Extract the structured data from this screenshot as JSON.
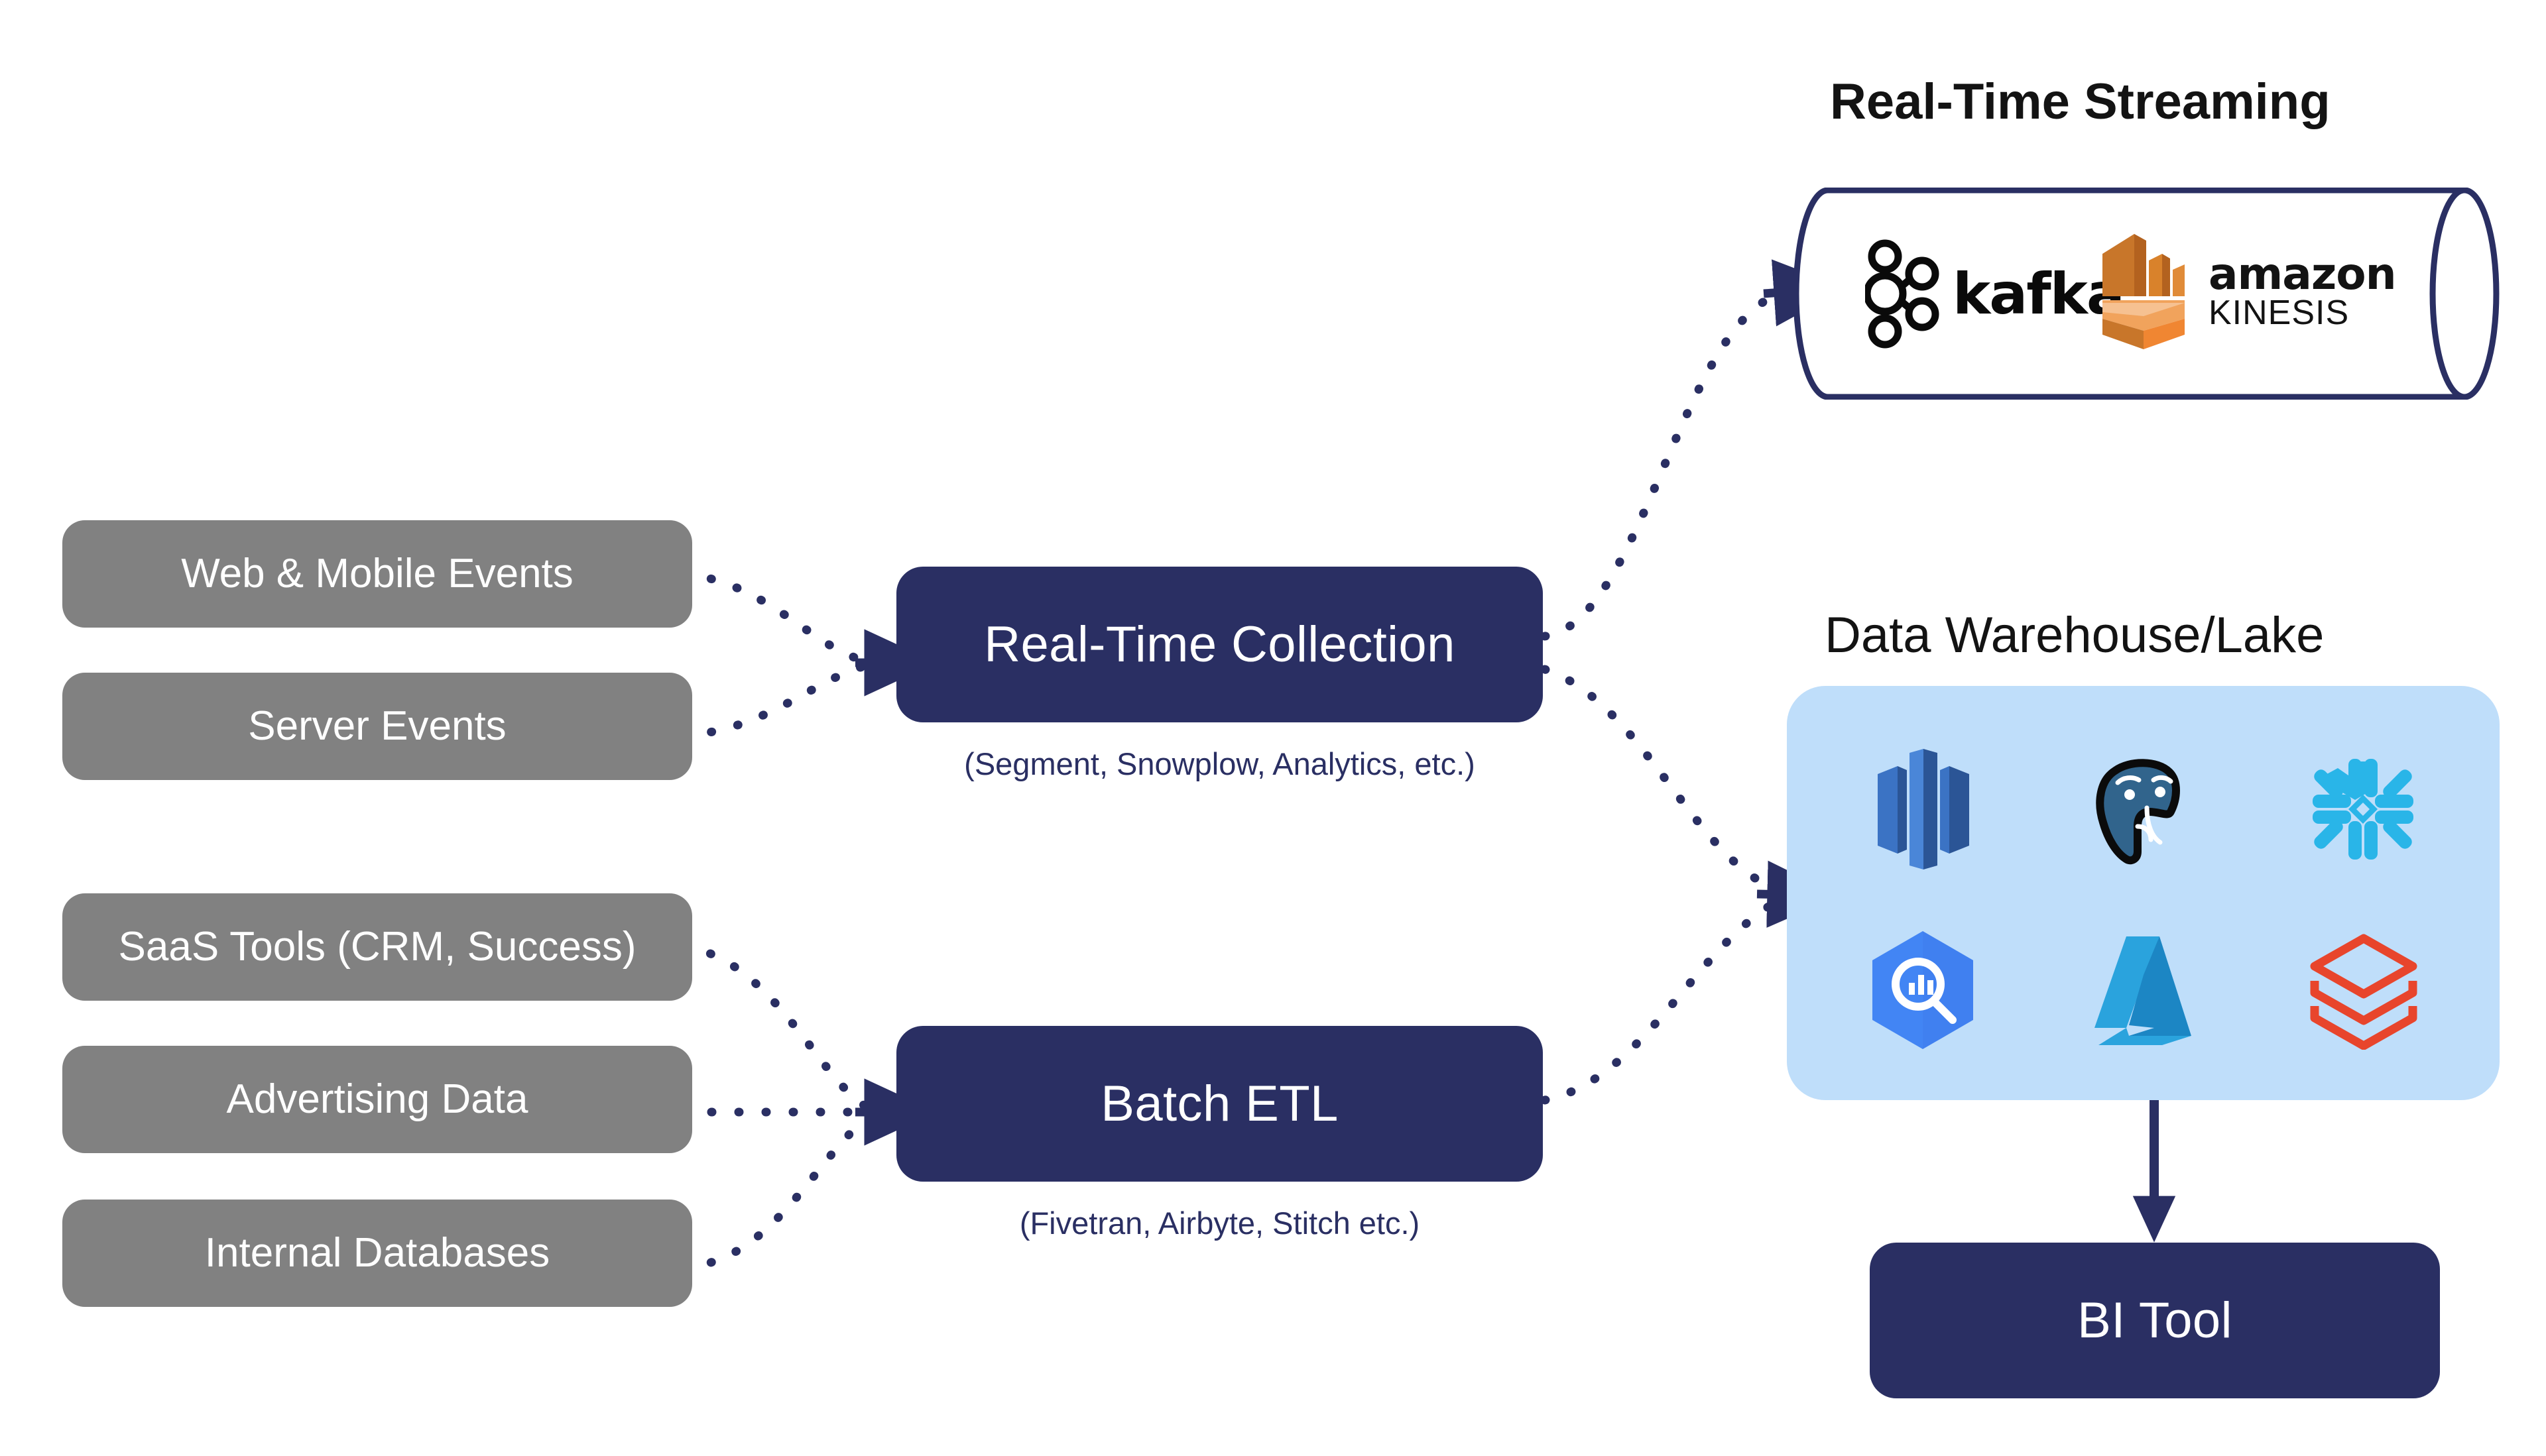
{
  "diagram": {
    "title_streaming": "Real-Time Streaming",
    "title_warehouse": "Data Warehouse/Lake"
  },
  "sources": [
    {
      "label": "Web & Mobile Events",
      "name": "source-web-mobile-events"
    },
    {
      "label": "Server Events",
      "name": "source-server-events"
    },
    {
      "label": "SaaS Tools (CRM, Success)",
      "name": "source-saas-tools"
    },
    {
      "label": "Advertising Data",
      "name": "source-advertising-data"
    },
    {
      "label": "Internal Databases",
      "name": "source-internal-databases"
    }
  ],
  "processors": [
    {
      "label": "Real-Time Collection",
      "caption": "(Segment, Snowplow, Analytics, etc.)"
    },
    {
      "label": "Batch ETL",
      "caption": "(Fivetran, Airbyte, Stitch etc.)"
    }
  ],
  "streaming": {
    "title": "Real-Time Streaming",
    "logos": [
      {
        "name": "kafka-logo",
        "wordmark": "kafka"
      },
      {
        "name": "amazon-kinesis-logo",
        "brand": "amazon",
        "product": "KINESIS"
      }
    ]
  },
  "warehouse": {
    "title": "Data Warehouse/Lake",
    "logos": [
      {
        "name": "amazon-redshift-logo",
        "label": "Amazon Redshift"
      },
      {
        "name": "postgresql-logo",
        "label": "PostgreSQL"
      },
      {
        "name": "snowflake-logo",
        "label": "Snowflake"
      },
      {
        "name": "google-bigquery-logo",
        "label": "Google BigQuery"
      },
      {
        "name": "microsoft-azure-logo",
        "label": "Microsoft Azure"
      },
      {
        "name": "databricks-logo",
        "label": "Databricks"
      }
    ]
  },
  "output": {
    "label": "BI Tool"
  },
  "colors": {
    "navy": "#2a2f63",
    "gray": "#818181",
    "warehouse_bg": "#bfdefa",
    "white": "#ffffff",
    "kafka_black": "#0a0a0a",
    "kinesis_orange": "#d9772a",
    "snowflake_cyan": "#29b5e8",
    "databricks_red": "#e8452c",
    "bigquery_blue": "#4285f4",
    "azure_blue": "#1c9ad6",
    "postgres_blue": "#31648c",
    "redshift_blue": "#3b73c4"
  }
}
